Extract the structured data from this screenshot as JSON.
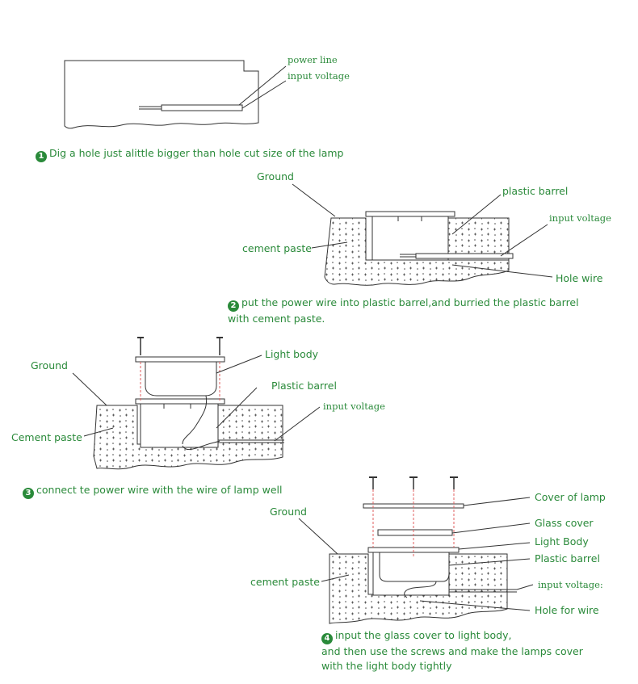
{
  "colors": {
    "label": "#2a8a3a",
    "line": "#333333",
    "guide": "#e06060"
  },
  "steps": [
    {
      "num": "1",
      "lines": [
        "Dig a hole just alittle bigger than hole cut size of the lamp"
      ]
    },
    {
      "num": "2",
      "lines": [
        "put the power wire into plastic barrel,and burried the plastic barrel",
        "with cement paste."
      ]
    },
    {
      "num": "3",
      "lines": [
        "connect te power wire with the wire of lamp well"
      ]
    },
    {
      "num": "4",
      "lines": [
        "input the glass cover to light body,",
        "and then use the screws and make the lamps cover",
        "with the light body tightly"
      ]
    }
  ],
  "labels": {
    "d1_power_line": "power line",
    "d1_input_voltage": "input voltage",
    "d2_ground": "Ground",
    "d2_plastic_barrel": "plastic barrel",
    "d2_input_voltage": "input voltage",
    "d2_cement_paste": "cement paste",
    "d2_hole_wire": "Hole wire",
    "d3_ground": "Ground",
    "d3_light_body": "Light body",
    "d3_plastic_barrel": "Plastic barrel",
    "d3_input_voltage": "input voltage",
    "d3_cement_paste": "Cement paste",
    "d4_ground": "Ground",
    "d4_cover_of_lamp": "Cover of lamp",
    "d4_glass_cover": "Glass cover",
    "d4_light_body": "Light Body",
    "d4_plastic_barrel": "Plastic barrel",
    "d4_input_voltage": "input voltage:",
    "d4_cement_paste": "cement paste",
    "d4_hole_for_wire": "Hole for wire"
  }
}
